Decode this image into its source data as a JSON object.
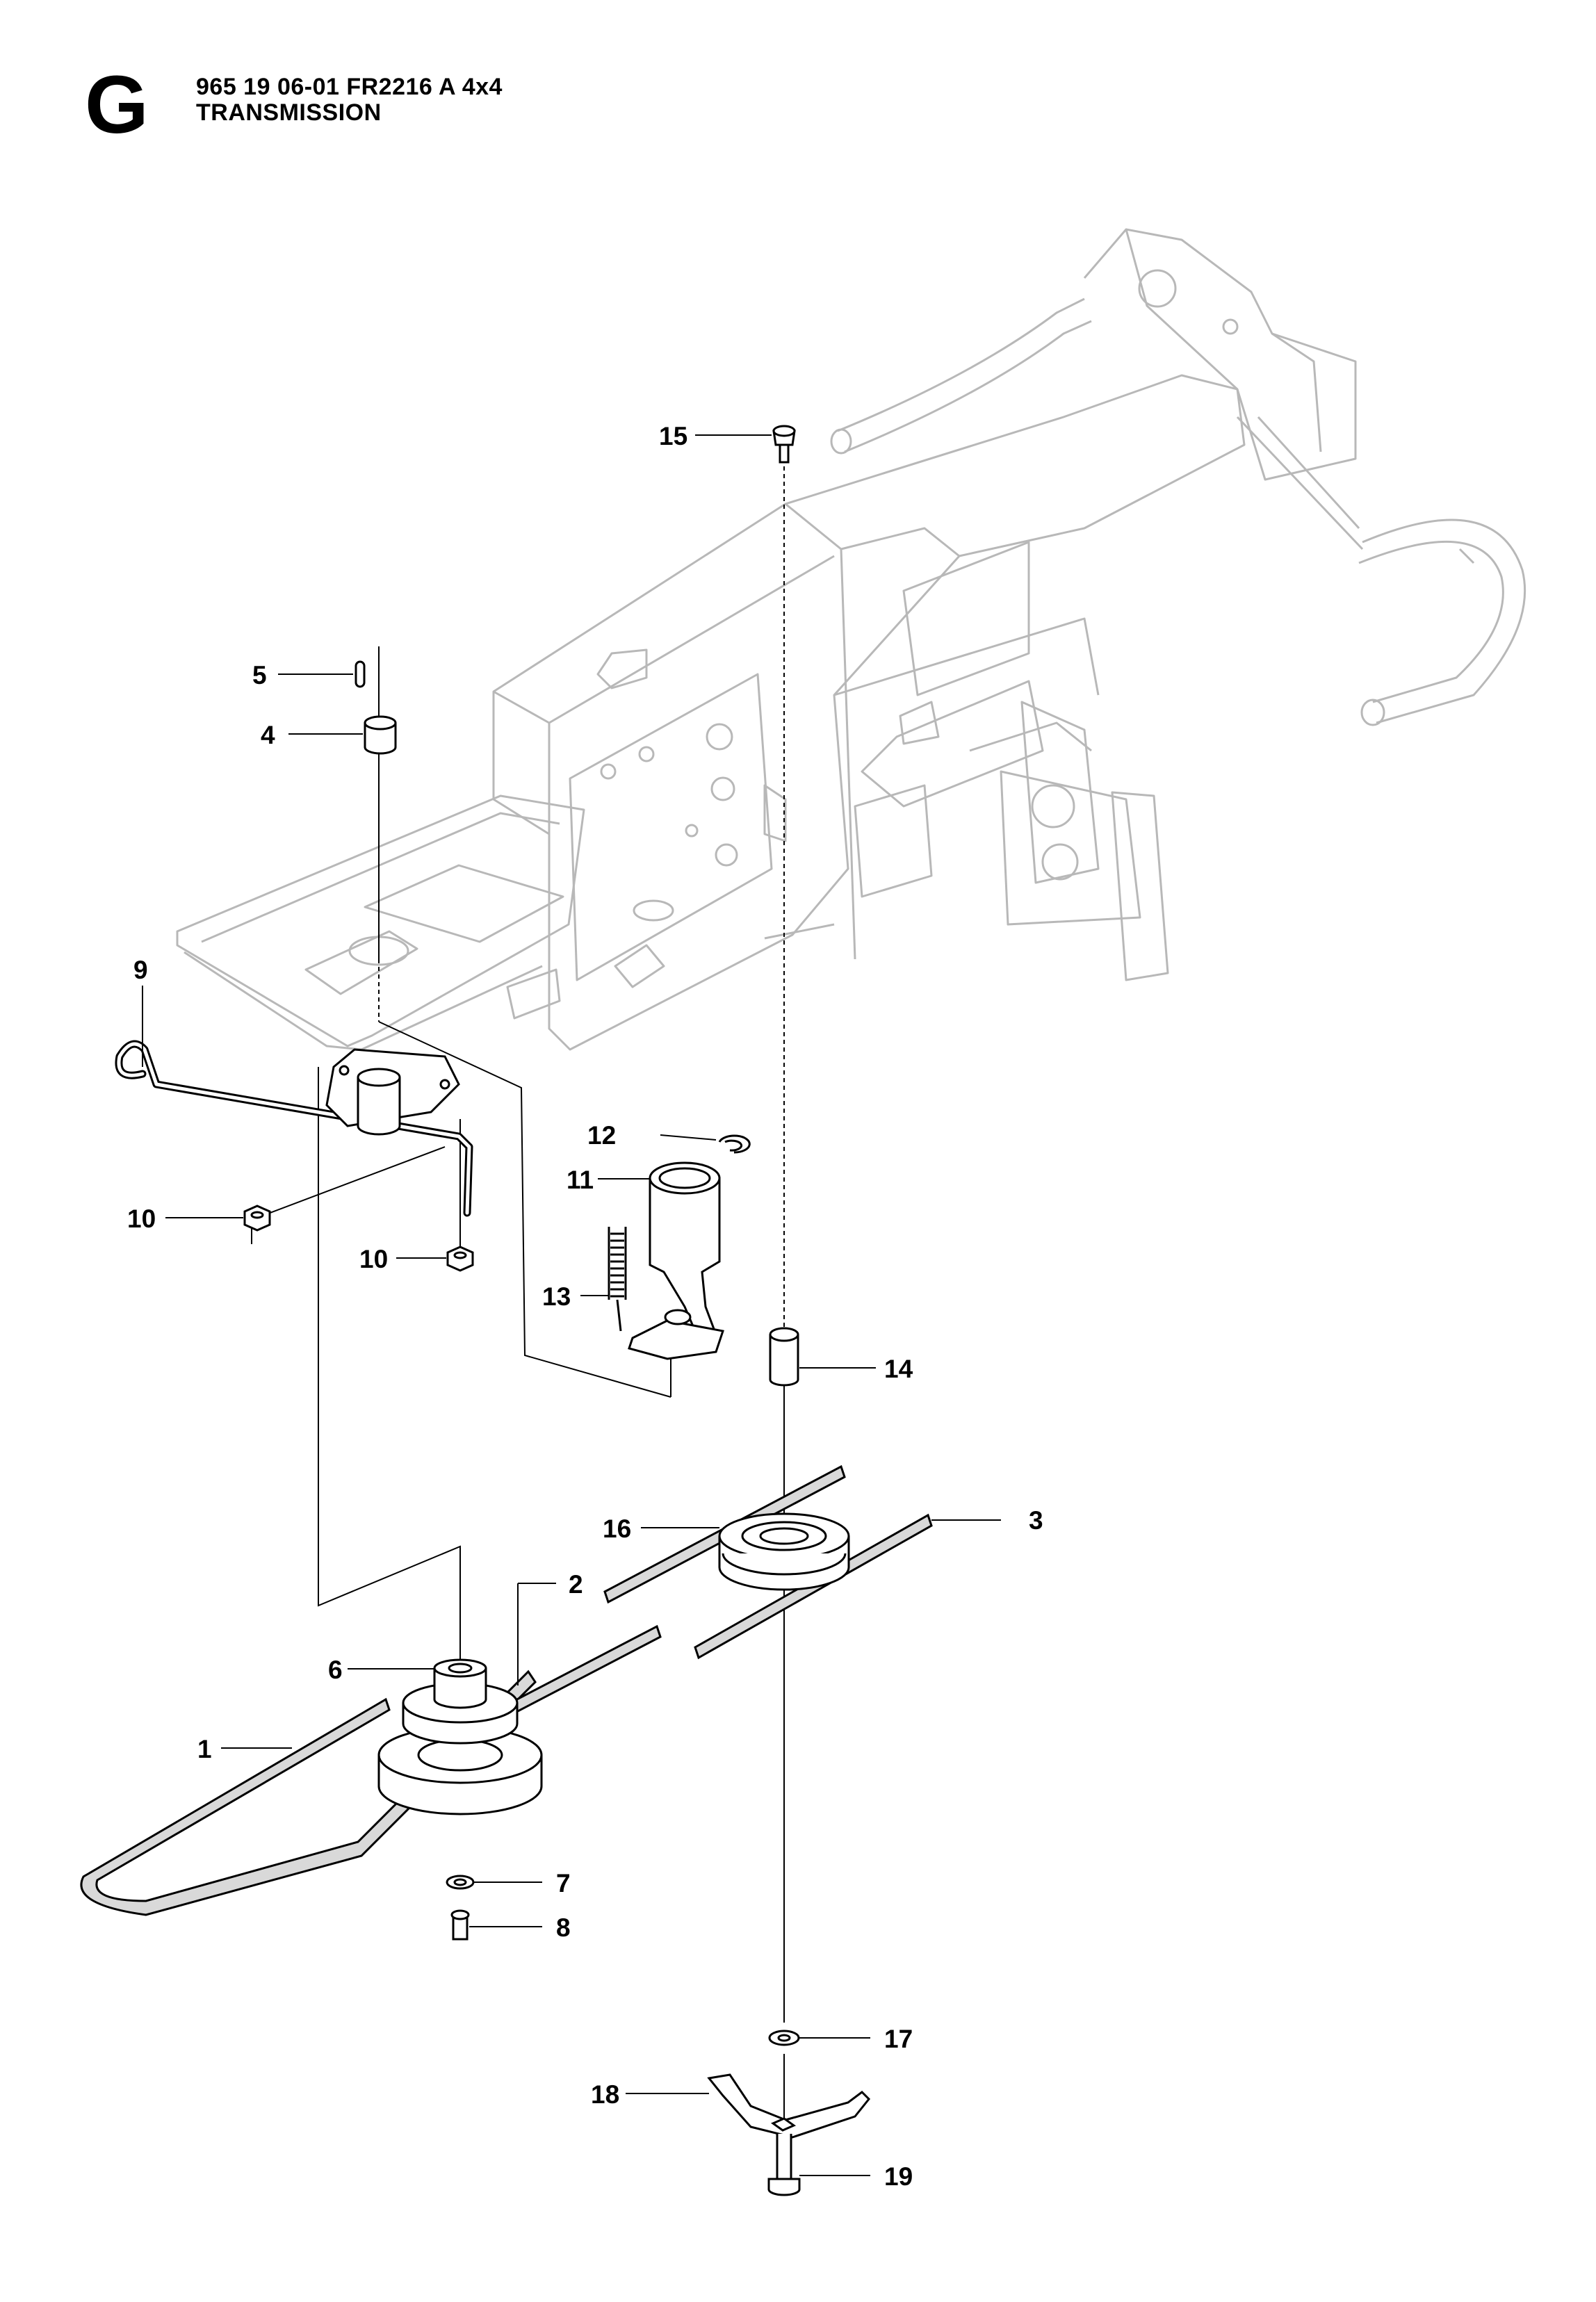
{
  "header": {
    "section_letter": "G",
    "model_line": "965 19 06-01 FR2216 A 4x4",
    "section_title": "TRANSMISSION"
  },
  "callouts": [
    {
      "id": "c15",
      "label": "15"
    },
    {
      "id": "c5",
      "label": "5"
    },
    {
      "id": "c4",
      "label": "4"
    },
    {
      "id": "c9",
      "label": "9"
    },
    {
      "id": "c12",
      "label": "12"
    },
    {
      "id": "c11",
      "label": "11"
    },
    {
      "id": "c10a",
      "label": "10"
    },
    {
      "id": "c10b",
      "label": "10"
    },
    {
      "id": "c13",
      "label": "13"
    },
    {
      "id": "c14",
      "label": "14"
    },
    {
      "id": "c16",
      "label": "16"
    },
    {
      "id": "c3",
      "label": "3"
    },
    {
      "id": "c2",
      "label": "2"
    },
    {
      "id": "c6",
      "label": "6"
    },
    {
      "id": "c1",
      "label": "1"
    },
    {
      "id": "c7",
      "label": "7"
    },
    {
      "id": "c8",
      "label": "8"
    },
    {
      "id": "c17",
      "label": "17"
    },
    {
      "id": "c18",
      "label": "18"
    },
    {
      "id": "c19",
      "label": "19"
    }
  ],
  "colors": {
    "frame_line": "#b8b8b8",
    "part_line": "#000000",
    "part_fill": "#ffffff",
    "belt_fill": "#d9d9d9"
  }
}
